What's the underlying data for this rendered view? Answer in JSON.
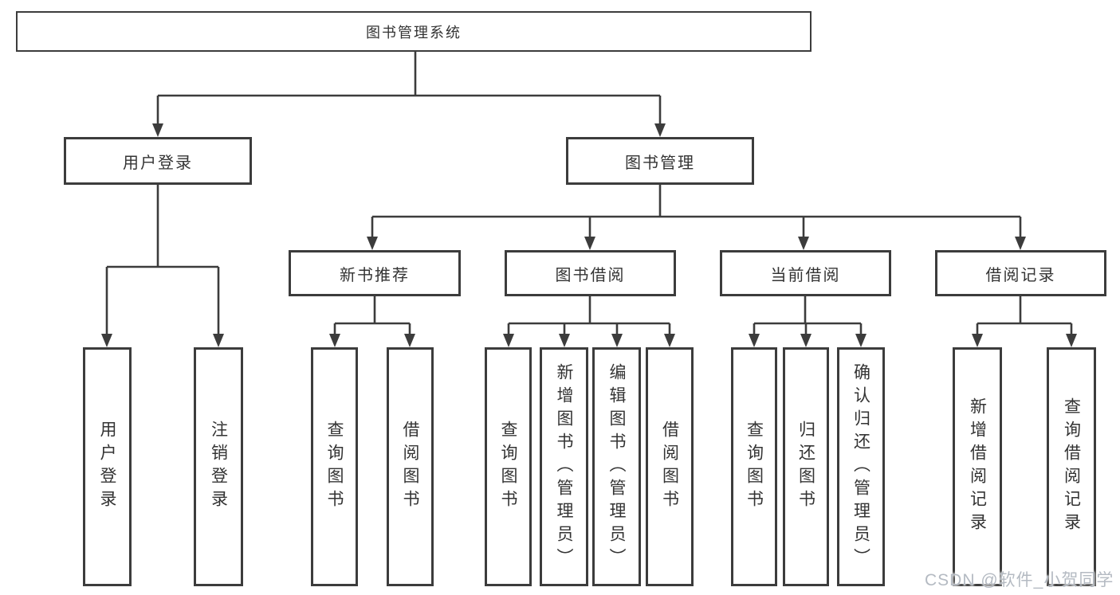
{
  "tree": {
    "root": "图书管理系统",
    "user_login": {
      "label": "用户登录",
      "children": [
        "用户登录",
        "注销登录"
      ]
    },
    "book_management": {
      "label": "图书管理",
      "groups": [
        {
          "label": "新书推荐",
          "children": [
            "查询图书",
            "借阅图书"
          ]
        },
        {
          "label": "图书借阅",
          "children": [
            "查询图书",
            "新增图书（管理员）",
            "编辑图书（管理员）",
            "借阅图书"
          ]
        },
        {
          "label": "当前借阅",
          "children": [
            "查询图书",
            "归还图书",
            "确认归还（管理员）"
          ]
        },
        {
          "label": "借阅记录",
          "children": [
            "新增借阅记录",
            "查询借阅记录"
          ]
        }
      ]
    }
  },
  "style": {
    "line_color": "#3c3c3c",
    "watermark_color": "#b4bac2"
  },
  "watermark": "CSDN @软件_小贺同学"
}
